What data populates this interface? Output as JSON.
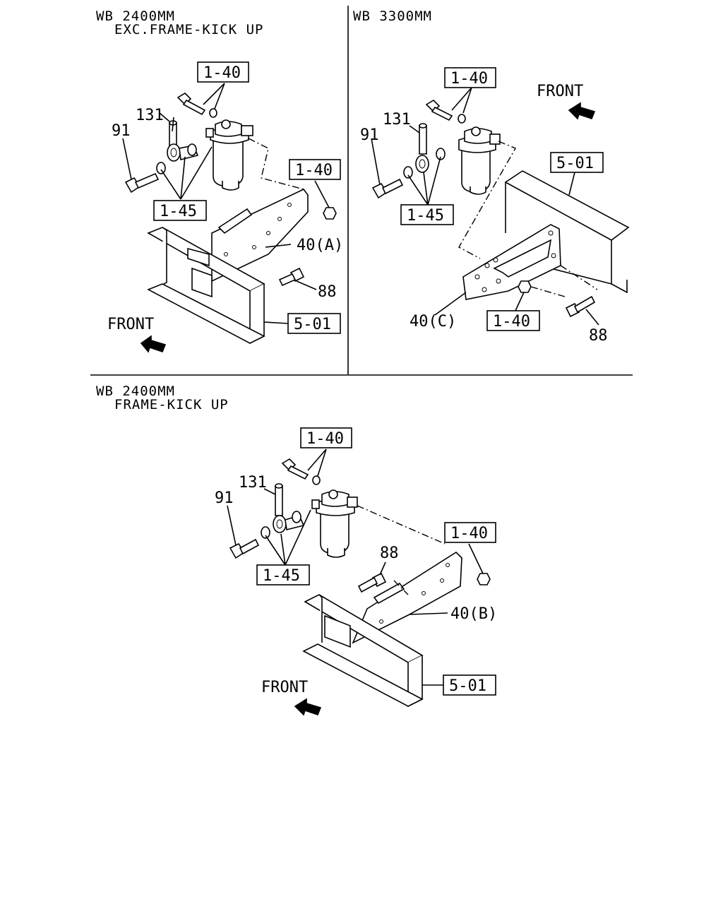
{
  "panels": {
    "top_left": {
      "heading_line1": "WB 2400MM",
      "heading_line2": "EXC.FRAME-KICK UP",
      "front": "FRONT",
      "labels": {
        "ref_1_40_top": "1-40",
        "ref_1_40_nut": "1-40",
        "ref_1_45": "1-45",
        "ref_5_01": "5-01",
        "part_131": "131",
        "part_91": "91",
        "part_88": "88",
        "part_40": "40(A)"
      }
    },
    "top_right": {
      "heading_line1": "WB 3300MM",
      "front": "FRONT",
      "labels": {
        "ref_1_40_top": "1-40",
        "ref_1_40_nut": "1-40",
        "ref_1_45": "1-45",
        "ref_5_01": "5-01",
        "part_131": "131",
        "part_91": "91",
        "part_88": "88",
        "part_40": "40(C)"
      }
    },
    "bottom": {
      "heading_line1": "WB 2400MM",
      "heading_line2": "FRAME-KICK UP",
      "front": "FRONT",
      "labels": {
        "ref_1_40_top": "1-40",
        "ref_1_40_nut": "1-40",
        "ref_1_45": "1-45",
        "ref_5_01": "5-01",
        "part_131": "131",
        "part_91": "91",
        "part_88": "88",
        "part_40": "40(B)"
      }
    }
  }
}
